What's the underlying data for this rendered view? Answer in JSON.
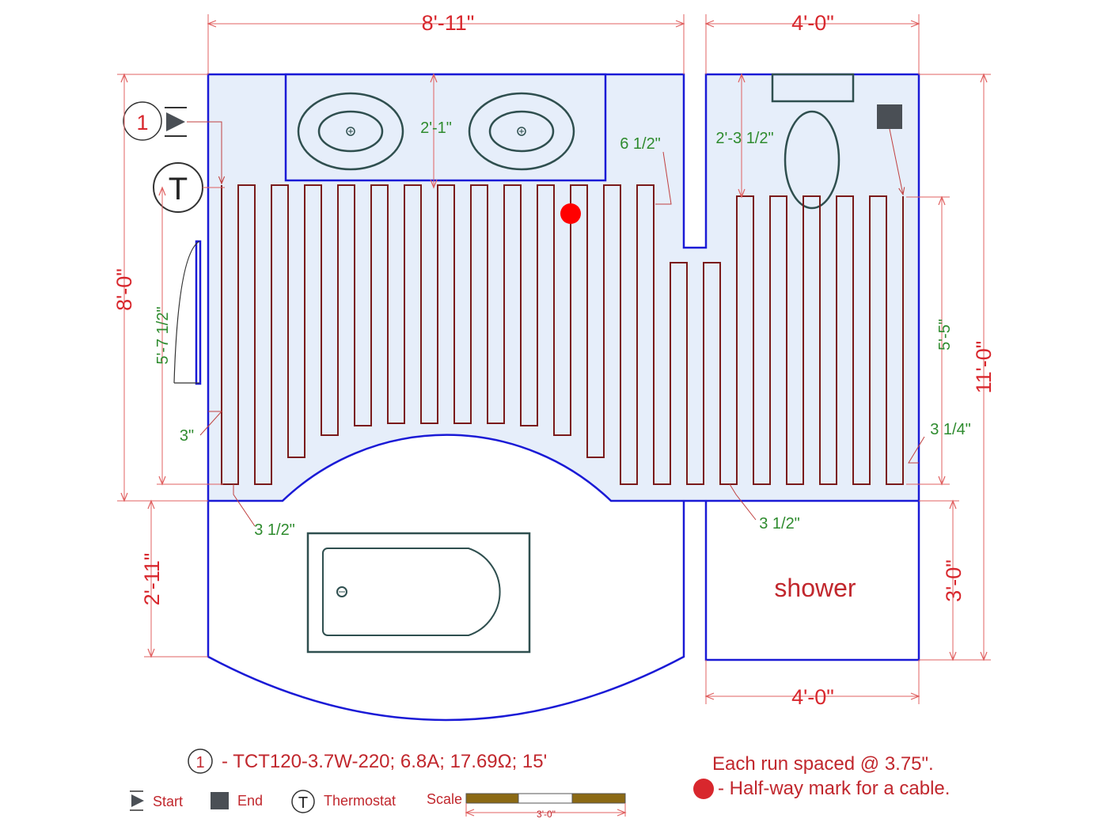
{
  "dimensions": {
    "top_left_width": "8'-11\"",
    "top_right_width": "4'-0\"",
    "bottom_right_width": "4'-0\"",
    "left_height": "8'-0\"",
    "left_lower_height": "2'-11\"",
    "right_total_height": "11'-0\"",
    "right_lower_height": "3'-0\"",
    "heated_height_left": "5'-7 1/2\"",
    "heated_height_right": "5'-5\"",
    "vanity_gap": "2'-1\"",
    "toilet_gap": "2'-3 1/2\"",
    "pony_wall_gap": "6 1/2\"",
    "left_wall_gap": "3\"",
    "right_wall_gap": "3 1/4\"",
    "bottom_gap_left": "3 1/2\"",
    "bottom_gap_right": "3 1/2\""
  },
  "labels": {
    "shower": "shower",
    "cable_number": "1",
    "thermostat_symbol": "T"
  },
  "legend": {
    "cable_id": "1",
    "cable_spec": "- TCT120-3.7W-220; 6.8A; 17.69Ω; 15'",
    "spacing_note": "Each run spaced @ 3.75\".",
    "halfway_note": "- Half-way mark for a cable.",
    "start_label": "Start",
    "end_label": "End",
    "thermostat_symbol": "T",
    "thermostat_label": "Thermostat",
    "scale_label": "Scale",
    "scale_value": "3'-0\""
  },
  "colors": {
    "walls": "#1a1ad6",
    "floor_fill": "#e6eefa",
    "heating_cable": "#7a1a1a",
    "dimension_red": "#d8272d",
    "dimension_green": "#2e8b2e",
    "fixtures": "#2f4f4f",
    "halfway_mark": "#ff0000",
    "end_marker": "#4a4f55"
  },
  "icons": {
    "start": "start-triangle-icon",
    "end": "end-square-icon",
    "thermostat": "thermostat-circle-icon",
    "halfway": "red-dot-icon"
  }
}
